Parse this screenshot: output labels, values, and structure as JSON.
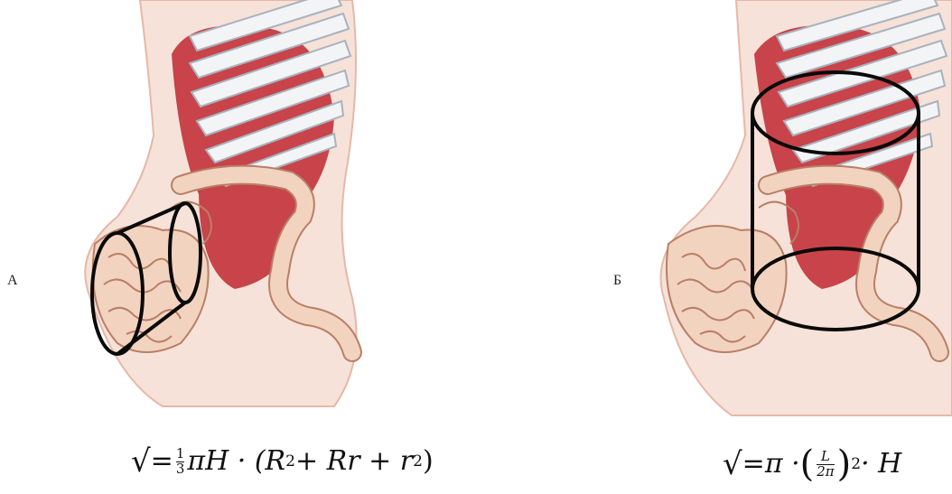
{
  "panel_a": {
    "label": "А",
    "formula": {
      "root": "√",
      "eq": "=",
      "frac_num": "1",
      "frac_den": "3",
      "tail_pre": "πH · (R",
      "exp1": "2",
      "tail_mid": " + Rr + r",
      "exp2": "2",
      "tail_post": ")"
    },
    "overlay_shape": "truncated-cone"
  },
  "panel_b": {
    "label": "Б",
    "formula": {
      "root": "√",
      "eq": "=",
      "pre": "π · ",
      "frac_num": "L",
      "frac_den": "2π",
      "exp": "2",
      "post": " · H"
    },
    "overlay_shape": "cylinder"
  },
  "colors": {
    "skin": "#f6e2d8",
    "skin_edge": "#e6b8a8",
    "muscle": "#c8434a",
    "rib": "#f2f4f6",
    "rib_edge": "#a9b2bc",
    "gut": "#f2d3bf",
    "gut_edge": "#b97f66",
    "outline": "#0a0a0a"
  }
}
